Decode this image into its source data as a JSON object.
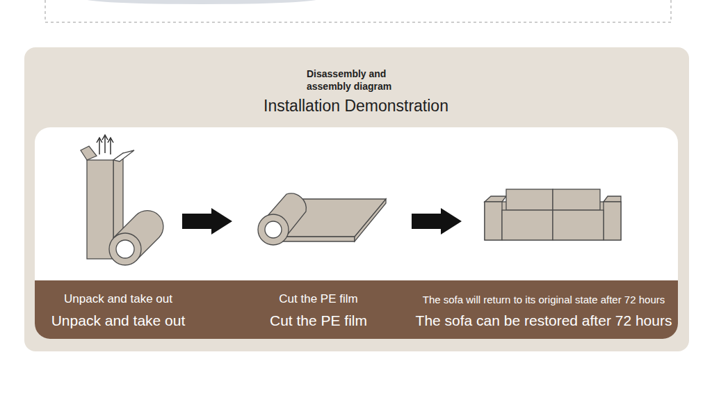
{
  "diagram": {
    "title": "Installation Demonstration",
    "nodes": [
      {
        "text": [
          "Unpack and take out",
          "Unpack and take out"
        ]
      },
      {
        "text": [
          "Cut the PE film",
          "Cut the PE film"
        ]
      },
      {
        "text": [
          "The sofa will return to its original state after 72 hours",
          "The sofa can be restored after 72 hours"
        ]
      }
    ],
    "edges": [
      {
        "from": 0,
        "to": 1,
        "arrow": "to"
      },
      {
        "from": 1,
        "to": 2,
        "arrow": "to"
      }
    ],
    "labels": [
      "Disassembly and assembly diagram"
    ]
  }
}
